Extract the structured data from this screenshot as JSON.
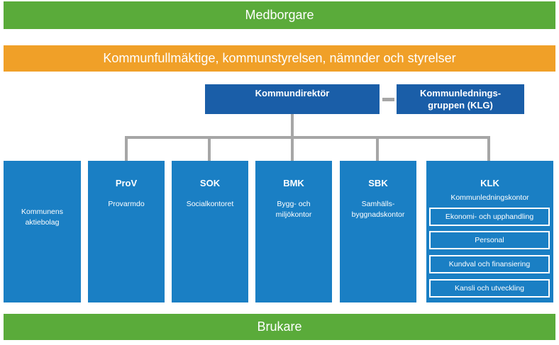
{
  "top_bar": {
    "label": "Medborgare"
  },
  "council_bar": {
    "label": "Kommunfullmäktige, kommunstyrelsen, nämnder och styrelser"
  },
  "director": {
    "label": "Kommundirektör"
  },
  "klg": {
    "label": "Kommunlednings-\ngruppen (KLG)"
  },
  "units": [
    {
      "code": "",
      "label": "Kommunens\naktiebolag"
    },
    {
      "code": "ProV",
      "label": "Provarmdo"
    },
    {
      "code": "SOK",
      "label": "Socialkontoret"
    },
    {
      "code": "BMK",
      "label": "Bygg- och\nmiljökontor"
    },
    {
      "code": "SBK",
      "label": "Samhälls-\nbyggnadskontor"
    }
  ],
  "klk": {
    "code": "KLK",
    "label": "Kommunledningskontor",
    "items": [
      "Ekonomi- och upphandling",
      "Personal",
      "Kundval och finansiering",
      "Kansli och utveckling"
    ]
  },
  "bottom_bar": {
    "label": "Brukare"
  },
  "colors": {
    "green": "#5aab3a",
    "orange": "#f0a028",
    "dark_blue": "#1a5ea8",
    "unit_blue": "#1a7fc4",
    "connector_gray": "#a6a6a6"
  }
}
